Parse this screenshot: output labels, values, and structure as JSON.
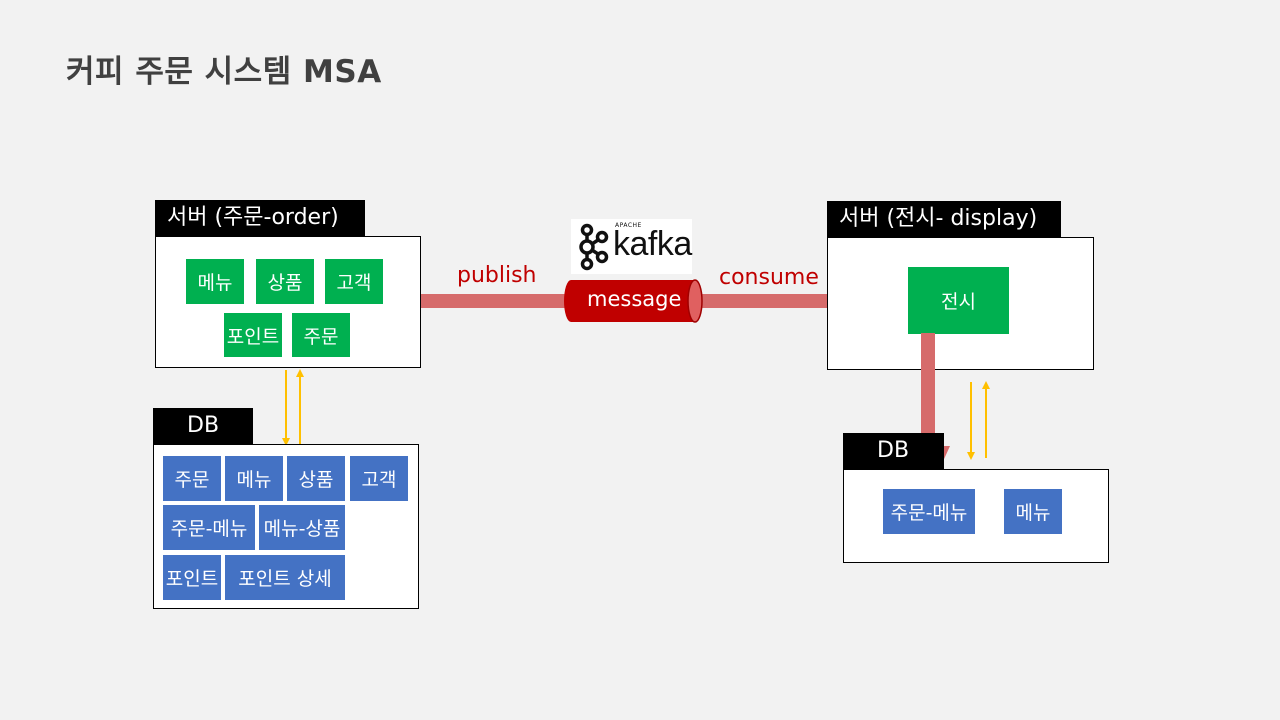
{
  "title": "커피 주문 시스템 MSA",
  "order_server": {
    "label": "서버 (주문-order)",
    "modules": [
      "메뉴",
      "상품",
      "고객",
      "포인트",
      "주문"
    ]
  },
  "order_db": {
    "label": "DB",
    "tables": [
      "주문",
      "메뉴",
      "상품",
      "고객",
      "주문-메뉴",
      "메뉴-상품",
      "포인트",
      "포인트 상세"
    ]
  },
  "kafka": {
    "logo_word": "kafka",
    "logo_caption": "APACHE",
    "message_label": "message",
    "publish_label": "publish",
    "consume_label": "consume"
  },
  "display_server": {
    "label": "서버 (전시- display)",
    "modules": [
      "전시"
    ]
  },
  "display_db": {
    "label": "DB",
    "tables": [
      "주문-메뉴",
      "메뉴"
    ]
  },
  "colors": {
    "module_green": "#00b050",
    "table_blue": "#4472c4",
    "pipe_red": "#d66b6b",
    "cylinder_red": "#c00000",
    "sync_arrow": "#ffc000"
  }
}
